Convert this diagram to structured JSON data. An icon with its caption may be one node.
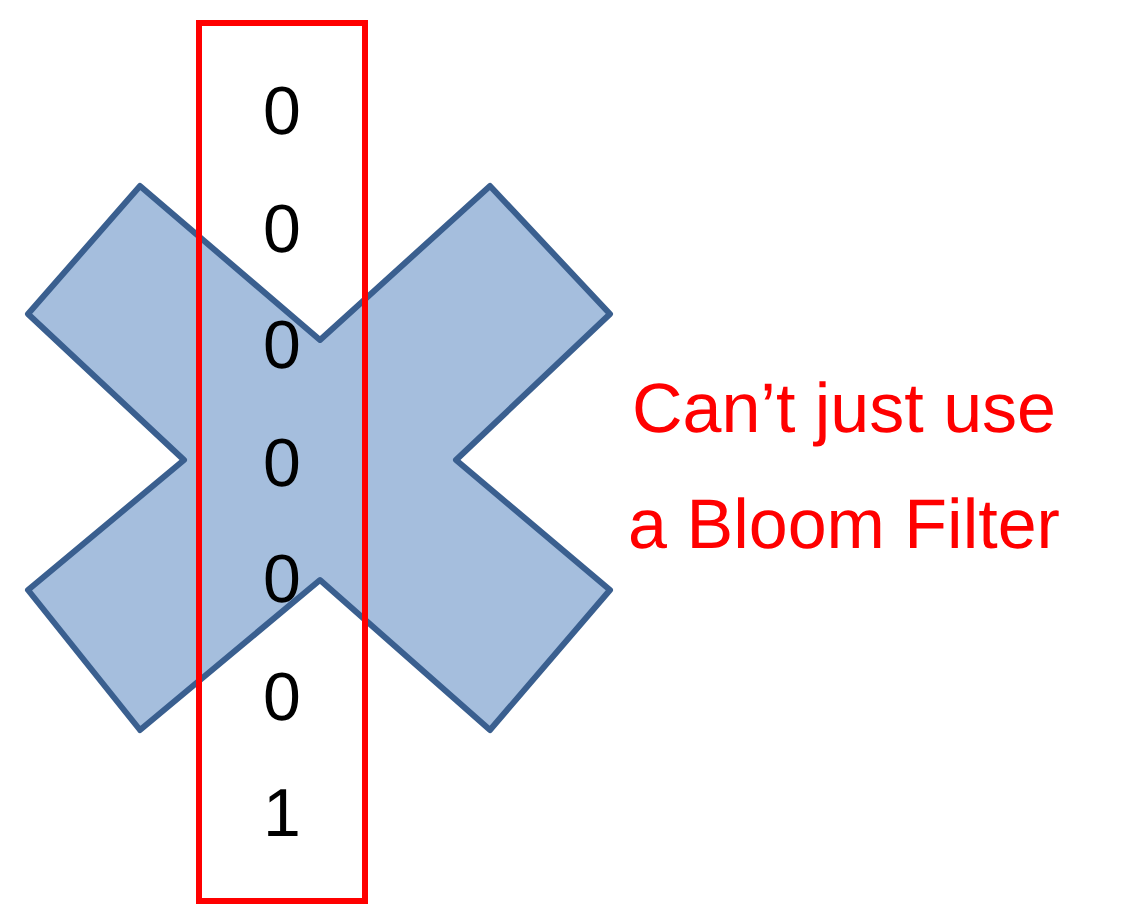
{
  "diagram": {
    "nodes": [
      {
        "text": [
          "0",
          "0",
          "0",
          "0",
          "0",
          "0",
          "1"
        ]
      }
    ],
    "labels": [
      "Can’t just use a Bloom Filter"
    ]
  }
}
